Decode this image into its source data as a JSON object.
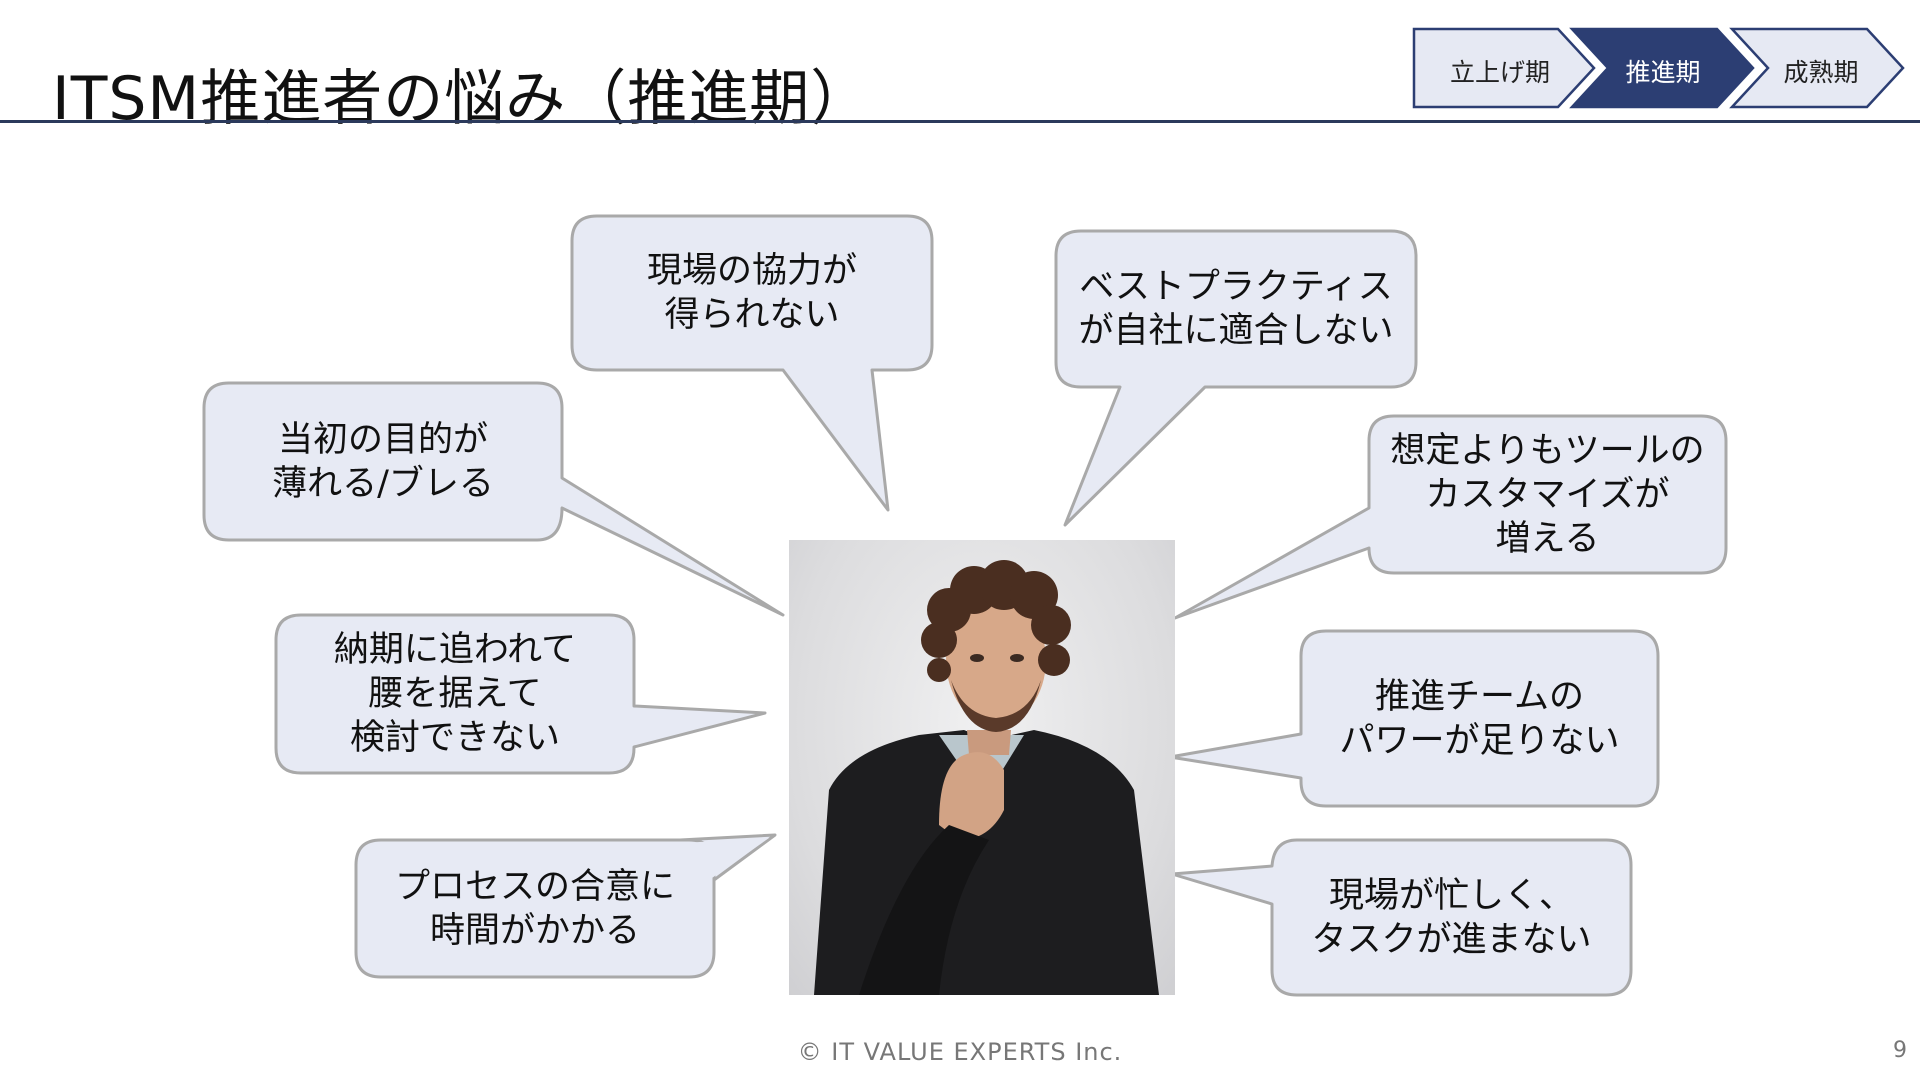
{
  "title": "ITSM推進者の悩み（推進期）",
  "phases": [
    {
      "label": "立上げ期",
      "active": false
    },
    {
      "label": "推進期",
      "active": true
    },
    {
      "label": "成熟期",
      "active": false
    }
  ],
  "colors": {
    "accent": "#2c3e73",
    "phase_inactive": "#e6e9f3",
    "bubble_fill": "#e7eaf4",
    "bubble_border": "#a9a9a9",
    "rule": "#2b3a5c"
  },
  "concerns": [
    "現場の協力が\n得られない",
    "ベストプラクティス\nが自社に適合しない",
    "当初の目的が\n薄れる/ブレる",
    "想定よりもツールの\nカスタマイズが\n増える",
    "納期に追われて\n腰を据えて\n検討できない",
    "推進チームの\nパワーが足りない",
    "プロセスの合意に\n時間がかかる",
    "現場が忙しく、\nタスクが進まない"
  ],
  "photo": {
    "icon": "thinking-man-photo"
  },
  "footer": "© IT VALUE EXPERTS Inc.",
  "page_number": "9"
}
